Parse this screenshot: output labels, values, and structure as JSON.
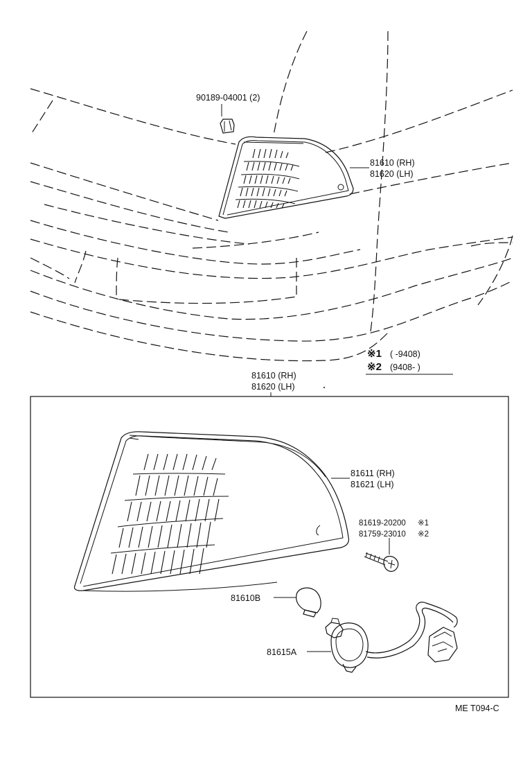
{
  "callouts": {
    "clip": "90189-04001 (2)",
    "lamp_top_rh": "81610 (RH)",
    "lamp_top_lh": "81620 (LH)",
    "box_rh": "81610 (RH)",
    "box_lh": "81620 (LH)",
    "lens_rh": "81611 (RH)",
    "lens_lh": "81621 (LH)",
    "screw_1": "81619-20200",
    "screw_1_mark": "※1",
    "screw_2": "81759-23010",
    "screw_2_mark": "※2",
    "bulb": "81610B",
    "socket": "81615A"
  },
  "legend": {
    "mark1": "※1",
    "range1": "(      -9408)",
    "mark2": "※2",
    "range2": "(9408-      )"
  },
  "footer": {
    "code": "ME  T094-C"
  }
}
